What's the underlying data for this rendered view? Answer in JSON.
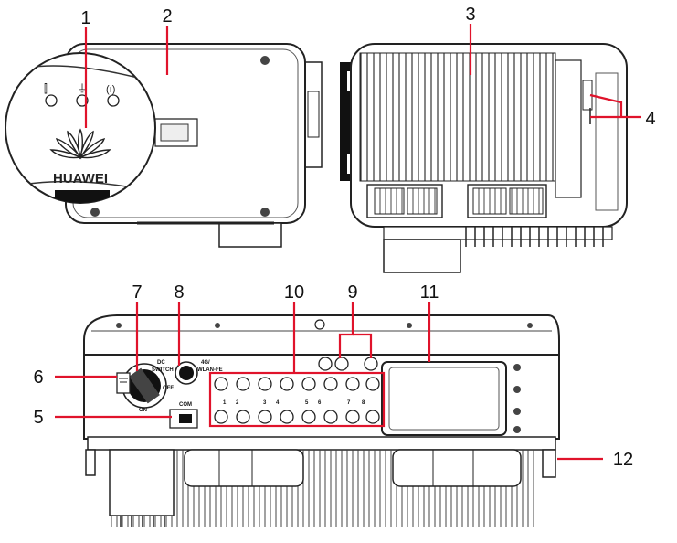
{
  "callouts": {
    "c1": "1",
    "c2": "2",
    "c3": "3",
    "c4": "4",
    "c5": "5",
    "c6": "6",
    "c7": "7",
    "c8": "8",
    "c9": "9",
    "c10": "10",
    "c11": "11",
    "c12": "12"
  },
  "brand": "HUAWEI",
  "panel_labels": {
    "dc_switch_1": "DC",
    "dc_switch_2": "SWITCH",
    "off": "OFF",
    "on": "ON",
    "antenna_1": "4G/",
    "antenna_2": "WLAN-FE",
    "com": "COM",
    "pv": [
      "1",
      "2",
      "3",
      "4",
      "5",
      "6",
      "7",
      "8"
    ]
  },
  "colors": {
    "callout_line": "#e0132b",
    "ink": "#111111"
  }
}
